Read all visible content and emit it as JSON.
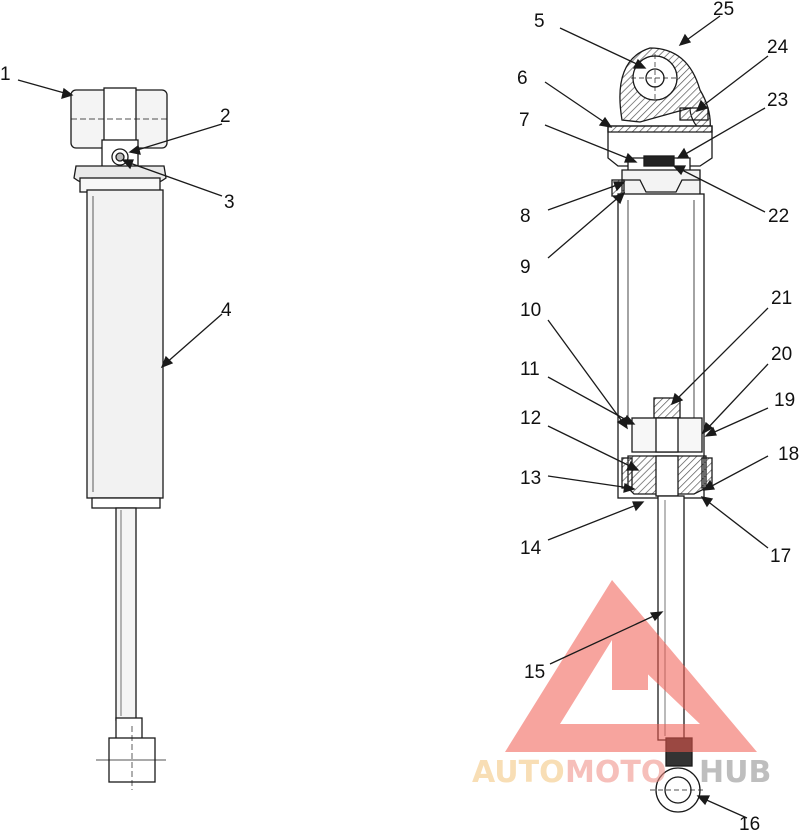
{
  "callouts": [
    {
      "id": "1",
      "label": "1"
    },
    {
      "id": "2",
      "label": "2"
    },
    {
      "id": "3",
      "label": "3"
    },
    {
      "id": "4",
      "label": "4"
    },
    {
      "id": "5",
      "label": "5"
    },
    {
      "id": "6",
      "label": "6"
    },
    {
      "id": "7",
      "label": "7"
    },
    {
      "id": "8",
      "label": "8"
    },
    {
      "id": "9",
      "label": "9"
    },
    {
      "id": "10",
      "label": "10"
    },
    {
      "id": "11",
      "label": "11"
    },
    {
      "id": "12",
      "label": "12"
    },
    {
      "id": "13",
      "label": "13"
    },
    {
      "id": "14",
      "label": "14"
    },
    {
      "id": "15",
      "label": "15"
    },
    {
      "id": "16",
      "label": "16"
    },
    {
      "id": "17",
      "label": "17"
    },
    {
      "id": "18",
      "label": "18"
    },
    {
      "id": "19",
      "label": "19"
    },
    {
      "id": "20",
      "label": "20"
    },
    {
      "id": "21",
      "label": "21"
    },
    {
      "id": "22",
      "label": "22"
    },
    {
      "id": "23",
      "label": "23"
    },
    {
      "id": "24",
      "label": "24"
    },
    {
      "id": "25",
      "label": "25"
    }
  ],
  "watermark": {
    "part_auto": "AUTO",
    "part_moto": "MOTO",
    "part_hub": "HUB",
    "colors": {
      "auto": "#f3c47a",
      "moto": "#f08b82",
      "hub": "#8a8a8a",
      "logo": "#f15a4f"
    }
  },
  "colors": {
    "line": "#1a1a1a",
    "paper": "#ffffff",
    "body_shade": "#f2f2f2",
    "section_hatch": "#555555"
  }
}
